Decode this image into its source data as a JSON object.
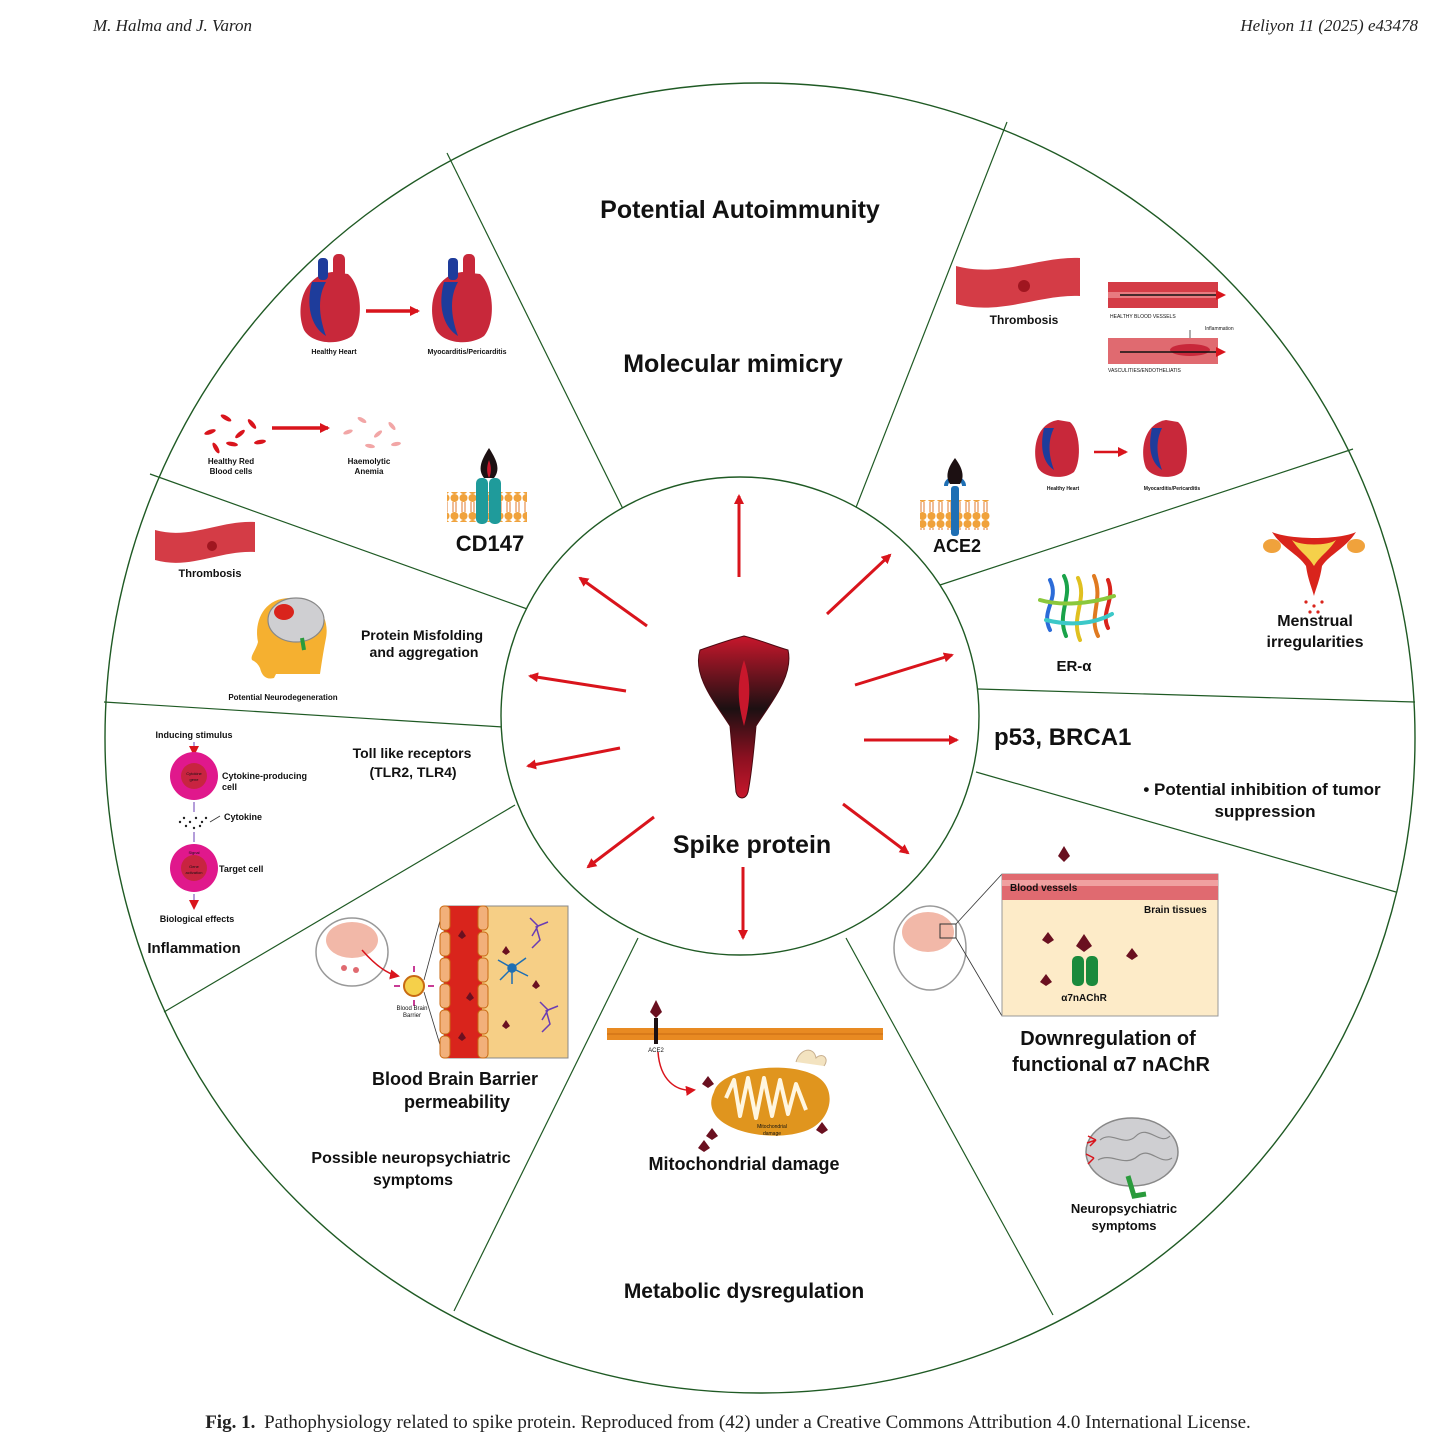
{
  "header": {
    "authors": "M. Halma and J. Varon",
    "journal": "Heliyon 11 (2025) e43478"
  },
  "center": {
    "label": "Spike protein"
  },
  "sectors": {
    "autoimmunity": {
      "title": "Potential Autoimmunity",
      "subtitle": "Molecular mimicry"
    },
    "cd147": {
      "label": "CD147",
      "healthy_heart": "Healthy Heart",
      "myocarditis": "Myocarditis/Pericarditis",
      "healthy_rbc_1": "Healthy Red",
      "healthy_rbc_2": "Blood cells",
      "anemia_1": "Haemolytic",
      "anemia_2": "Anemia"
    },
    "ace2": {
      "label": "ACE2",
      "thrombosis": "Thrombosis",
      "healthy_vessels": "HEALTHY BLOOD VESSELS",
      "inflammation": "Inflammation",
      "vasculitis": "VASCULITIES/ENDOTHELIATIS",
      "healthy_heart": "Healthy Heart",
      "myocarditis": "Myocarditis/Pericarditis"
    },
    "er_alpha": {
      "label": "ER-α",
      "menstrual_1": "Menstrual",
      "menstrual_2": "irregularities"
    },
    "p53": {
      "title": "p53, BRCA1",
      "bullet_1": "• Potential inhibition of tumor",
      "bullet_2": "suppression"
    },
    "nachr": {
      "blood_vessels": "Blood vessels",
      "brain_tissues": "Brain tissues",
      "receptor": "α7nAChR",
      "title_1": "Downregulation of",
      "title_2": "functional α7 nAChR",
      "symptoms_1": "Neuropsychiatric",
      "symptoms_2": "symptoms"
    },
    "metabolic": {
      "ace2_small": "ACE2",
      "mito_small_1": "Mitochondrial",
      "mito_small_2": "damage",
      "mito_label": "Mitochondrial damage",
      "title": "Metabolic dysregulation"
    },
    "bbb": {
      "barrier_small_1": "Blood Brain",
      "barrier_small_2": "Barrier",
      "title_1": "Blood Brain Barrier",
      "title_2": "permeability",
      "symptoms_1": "Possible neuropsychiatric",
      "symptoms_2": "symptoms"
    },
    "tlr": {
      "title_1": "Toll like receptors",
      "title_2": "(TLR2, TLR4)",
      "inducing": "Inducing stimulus",
      "cytokine_gene_1": "Cytokine",
      "cytokine_gene_2": "gene",
      "producing_1": "Cytokine-producing",
      "producing_2": "cell",
      "cytokine": "Cytokine",
      "signal": "Signal",
      "gene_act_1": "Gene",
      "gene_act_2": "activation",
      "target": "Target cell",
      "effects": "Biological effects",
      "inflammation": "Inflammation"
    },
    "misfolding": {
      "thrombosis": "Thrombosis",
      "title_1": "Protein Misfolding",
      "title_2": "and aggregation",
      "neuro": "Potential Neurodegeneration"
    }
  },
  "caption": {
    "label": "Fig. 1.",
    "text": "Pathophysiology related to spike protein. Reproduced from (42) under a Creative Commons Attribution 4.0 International License."
  },
  "colors": {
    "ring": "#1f5a24",
    "arrow": "#d9141c",
    "spike_dark": "#1c1012",
    "spike_red": "#c8172c",
    "heart_red": "#c8283a",
    "heart_blue": "#1e3c9b",
    "membrane": "#f0a23c",
    "receptor_teal": "#1f9b9b",
    "mito": "#e0951e",
    "cell_pink": "#e0188c",
    "vessel": "#d43c46",
    "brain_grey": "#cfcfd2"
  }
}
